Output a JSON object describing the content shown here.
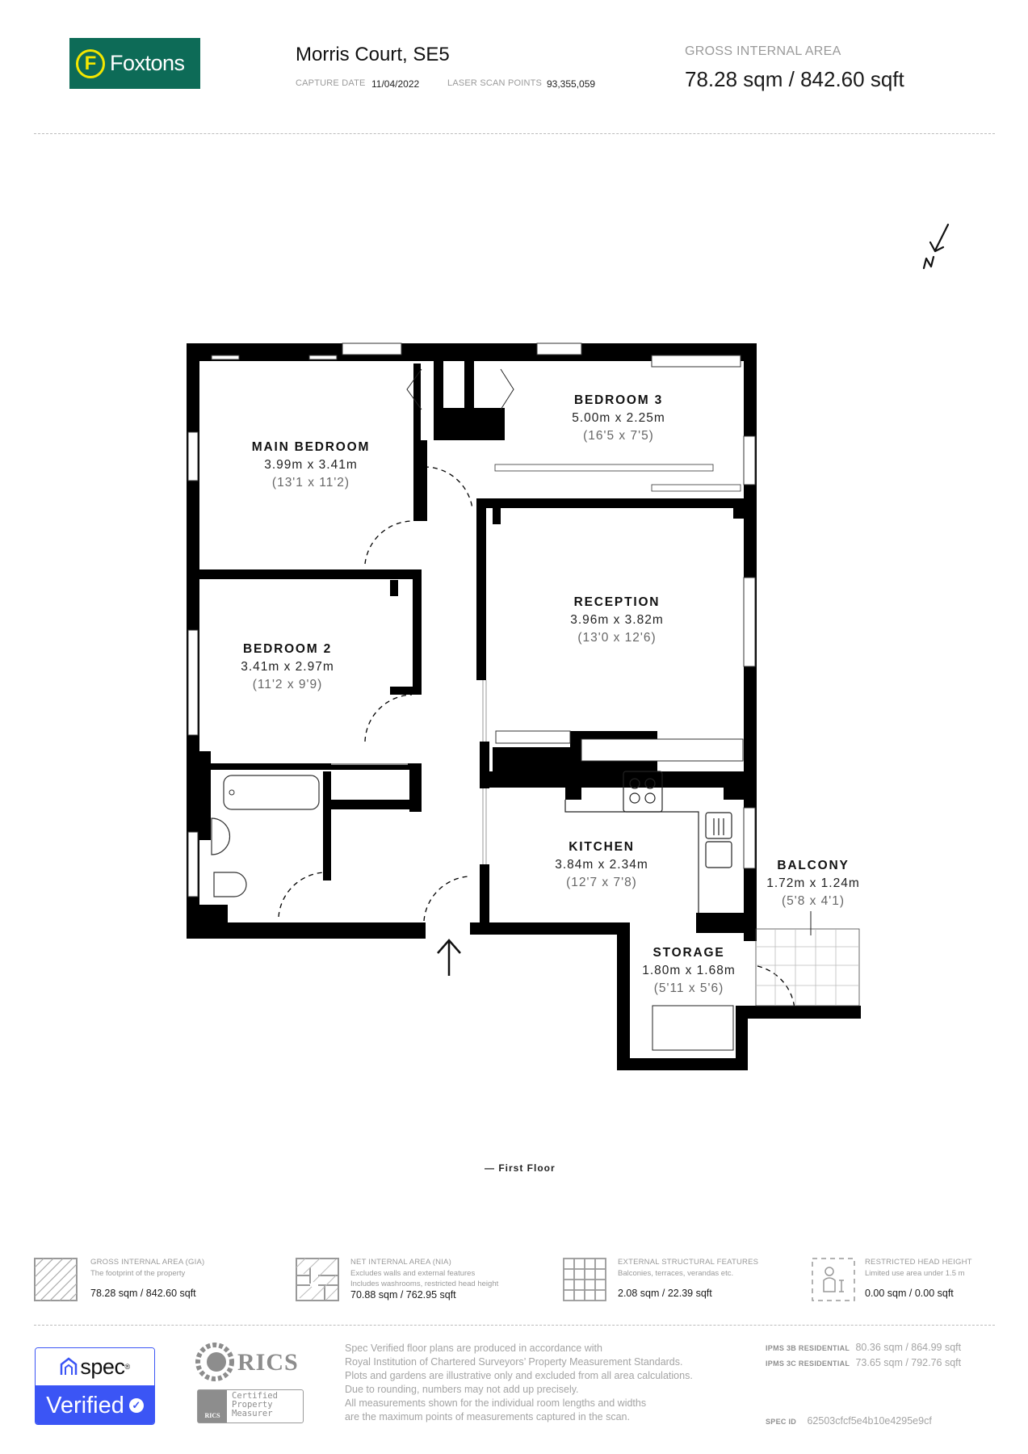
{
  "header": {
    "brand": {
      "name": "Foxtons",
      "monogram": "F",
      "bg_color": "#0d6b57",
      "accent_color": "#f3e600"
    },
    "property_title": "Morris Court, SE5",
    "capture_date_label": "CAPTURE DATE",
    "capture_date": "11/04/2022",
    "laser_scan_label": "LASER SCAN POINTS",
    "laser_scan_points": "93,355,059",
    "gia_label": "GROSS INTERNAL AREA",
    "gia_value": "78.28 sqm / 842.60 sqft"
  },
  "compass": {
    "label": "N",
    "icon": "north-arrow-icon"
  },
  "floorplan": {
    "floor_name": "— First Floor",
    "entrance_icon": "entrance-arrow-icon",
    "rooms": [
      {
        "name": "MAIN BEDROOM",
        "metric": "3.99m x 3.41m",
        "imperial": "(13'1 x 11'2)"
      },
      {
        "name": "BEDROOM 3",
        "metric": "5.00m x 2.25m",
        "imperial": "(16'5 x 7'5)"
      },
      {
        "name": "RECEPTION",
        "metric": "3.96m x 3.82m",
        "imperial": "(13'0 x 12'6)"
      },
      {
        "name": "BEDROOM 2",
        "metric": "3.41m x 2.97m",
        "imperial": "(11'2 x 9'9)"
      },
      {
        "name": "KITCHEN",
        "metric": "3.84m x 2.34m",
        "imperial": "(12'7 x 7'8)"
      },
      {
        "name": "BALCONY",
        "metric": "1.72m x 1.24m",
        "imperial": "(5'8 x 4'1)"
      },
      {
        "name": "STORAGE",
        "metric": "1.80m x 1.68m",
        "imperial": "(5'11 x 5'6)"
      }
    ]
  },
  "legend": [
    {
      "icon": "hatched-square-icon",
      "title": "GROSS INTERNAL AREA (GIA)",
      "desc": [
        "The footprint of the property"
      ],
      "value": "78.28 sqm / 842.60 sqft"
    },
    {
      "icon": "hatched-plan-icon",
      "title": "NET INTERNAL AREA (NIA)",
      "desc": [
        "Excludes walls and external features",
        "Includes washrooms, restricted head height"
      ],
      "value": "70.88 sqm / 762.95 sqft"
    },
    {
      "icon": "grid-icon",
      "title": "EXTERNAL STRUCTURAL FEATURES",
      "desc": [
        "Balconies, terraces, verandas etc."
      ],
      "value": "2.08 sqm / 22.39 sqft"
    },
    {
      "icon": "person-height-icon",
      "title": "RESTRICTED HEAD HEIGHT",
      "desc": [
        "Limited use area under 1.5 m"
      ],
      "value": "0.00 sqm / 0.00 sqft"
    }
  ],
  "footer": {
    "spec_badge": {
      "brand": "spec",
      "trademark": "®",
      "verified": "Verified",
      "check": "✓",
      "color": "#3b55f5"
    },
    "rics": {
      "wordmark": "RICS",
      "small": "RICS",
      "cert_lines": [
        "Certified",
        "Property",
        "Measurer"
      ]
    },
    "disclaimer": [
      "Spec Verified floor plans are produced in accordance with",
      "Royal Institution of Chartered Surveyors’ Property Measurement Standards.",
      "Plots and gardens are illustrative only and excluded from all area calculations.",
      "Due to rounding, numbers may not add up precisely.",
      "All measurements shown for the individual room lengths and widths",
      "are the maximum points of measurements captured in the scan."
    ],
    "ipms": [
      {
        "label": "IPMS 3B RESIDENTIAL",
        "value": "80.36 sqm / 864.99 sqft"
      },
      {
        "label": "IPMS 3C RESIDENTIAL",
        "value": "73.65 sqm / 792.76 sqft"
      }
    ],
    "spec_id_label": "SPEC ID",
    "spec_id": "62503cfcf5e4b10e4295e9cf"
  }
}
